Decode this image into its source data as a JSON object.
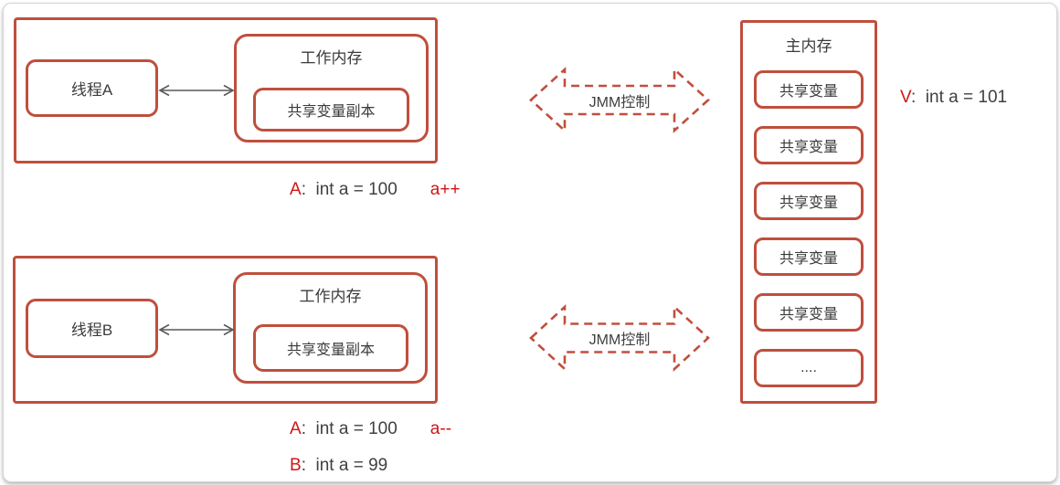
{
  "diagram": {
    "groups": [
      {
        "thread_label": "线程A",
        "working_memory_label": "工作内存",
        "shared_copy_label": "共享变量副本"
      },
      {
        "thread_label": "线程B",
        "working_memory_label": "工作内存",
        "shared_copy_label": "共享变量副本"
      }
    ],
    "jmm_arrow_label": "JMM控制",
    "main_memory": {
      "title": "主内存",
      "cells": [
        "共享变量",
        "共享变量",
        "共享变量",
        "共享变量",
        "共享变量",
        "...."
      ]
    },
    "statements": {
      "a_top": {
        "prefix": "A",
        "body": ":  int a = 100",
        "op": "a++"
      },
      "v_right": {
        "prefix": "V",
        "body": ":  int a = 101"
      },
      "a_bottom": {
        "prefix": "A",
        "body": ":  int a = 100",
        "op": "a--"
      },
      "b_bottom": {
        "prefix": "B",
        "body": ":  int a = 99"
      }
    },
    "colors": {
      "box_border": "#bf4f3d",
      "accent_red": "#d01414",
      "text_dark": "#404040",
      "connector_gray": "#595959"
    }
  }
}
